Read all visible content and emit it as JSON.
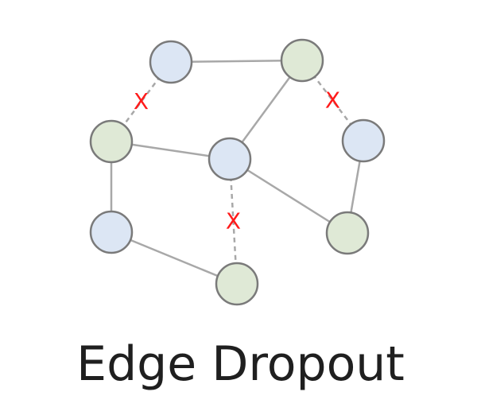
{
  "title": "Edge Dropout",
  "colors": {
    "node_blue": "#dce6f4",
    "node_green": "#dfe9d6",
    "node_stroke": "#7a7a7a",
    "edge": "#a8a8a8",
    "dropped_edge": "#a8a8a8",
    "drop_mark": "#ff1a1a"
  },
  "drop_mark_glyph": "X",
  "nodes": [
    {
      "id": "n1",
      "color": "blue"
    },
    {
      "id": "n2",
      "color": "green"
    },
    {
      "id": "n3",
      "color": "green"
    },
    {
      "id": "n4",
      "color": "blue"
    },
    {
      "id": "n5",
      "color": "blue"
    },
    {
      "id": "n6",
      "color": "blue"
    },
    {
      "id": "n7",
      "color": "green"
    },
    {
      "id": "n8",
      "color": "green"
    }
  ],
  "edges": [
    {
      "from": "n1",
      "to": "n2",
      "dropped": false
    },
    {
      "from": "n1",
      "to": "n3",
      "dropped": true
    },
    {
      "from": "n2",
      "to": "n5",
      "dropped": false
    },
    {
      "from": "n2",
      "to": "n4",
      "dropped": true
    },
    {
      "from": "n3",
      "to": "n5",
      "dropped": false
    },
    {
      "from": "n3",
      "to": "n6",
      "dropped": false
    },
    {
      "from": "n4",
      "to": "n7",
      "dropped": false
    },
    {
      "from": "n5",
      "to": "n7",
      "dropped": false
    },
    {
      "from": "n5",
      "to": "n8",
      "dropped": true
    },
    {
      "from": "n6",
      "to": "n8",
      "dropped": false
    }
  ]
}
